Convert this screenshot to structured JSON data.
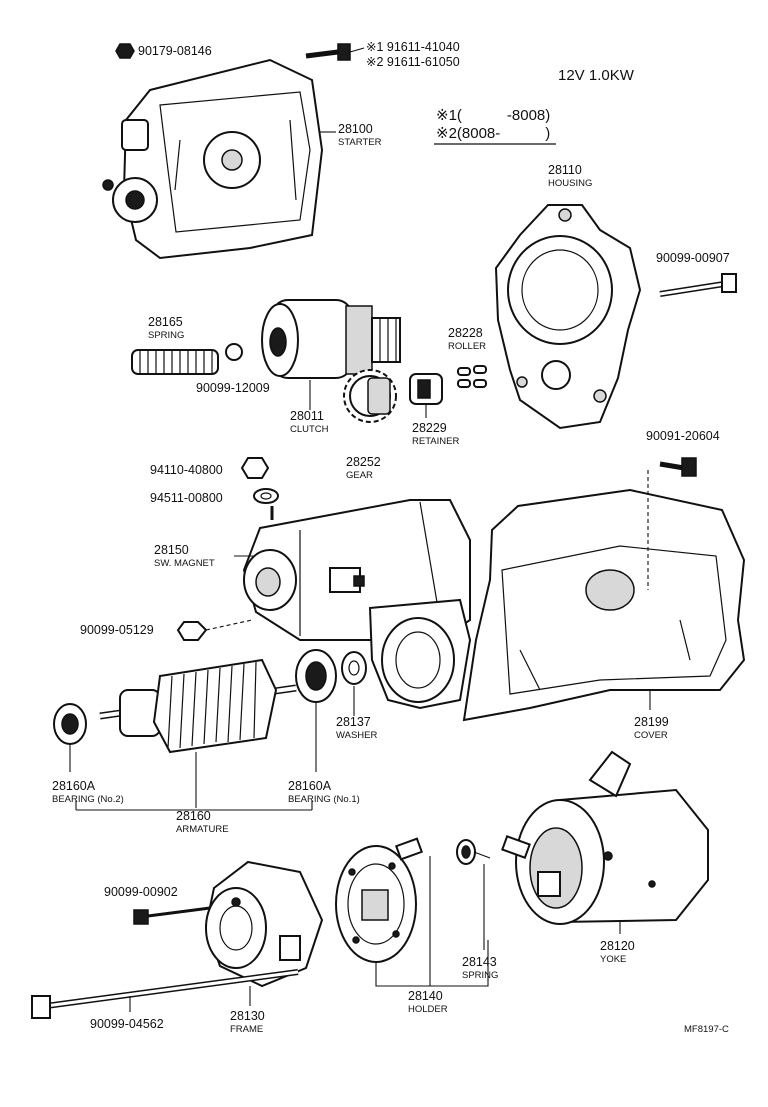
{
  "spec": "12V 1.0KW",
  "serial_notes": {
    "n1": "※1(　　　-8008)",
    "n2": "※2(8008-　　　)"
  },
  "bolt_variants": {
    "v1": "※1 91611-41040",
    "v2": "※2 91611-61050"
  },
  "parts": {
    "p_90179_08146": "90179-08146",
    "p_28100": "28100",
    "n_28100": "STARTER",
    "p_28110": "28110",
    "n_28110": "HOUSING",
    "p_90099_00907": "90099-00907",
    "p_28165": "28165",
    "n_28165": "SPRING",
    "p_90099_12009": "90099-12009",
    "p_28011": "28011",
    "n_28011": "CLUTCH",
    "p_28228": "28228",
    "n_28228": "ROLLER",
    "p_28229": "28229",
    "n_28229": "RETAINER",
    "p_28252": "28252",
    "n_28252": "GEAR",
    "p_90091_20604": "90091-20604",
    "p_94110_40800": "94110-40800",
    "p_94511_00800": "94511-00800",
    "p_28150": "28150",
    "n_28150": "SW. MAGNET",
    "p_90099_05129": "90099-05129",
    "p_28137": "28137",
    "n_28137": "WASHER",
    "p_28199": "28199",
    "n_28199": "COVER",
    "p_28160A_2": "28160A",
    "n_28160A_2": "BEARING (No.2)",
    "p_28160A_1": "28160A",
    "n_28160A_1": "BEARING (No.1)",
    "p_28160": "28160",
    "n_28160": "ARMATURE",
    "p_90099_00902": "90099-00902",
    "p_28143": "28143",
    "n_28143": "SPRING",
    "p_28120": "28120",
    "n_28120": "YOKE",
    "p_90099_04562": "90099-04562",
    "p_28130": "28130",
    "n_28130": "FRAME",
    "p_28140": "28140",
    "n_28140": "HOLDER"
  },
  "figure_code": "MF8197-C"
}
